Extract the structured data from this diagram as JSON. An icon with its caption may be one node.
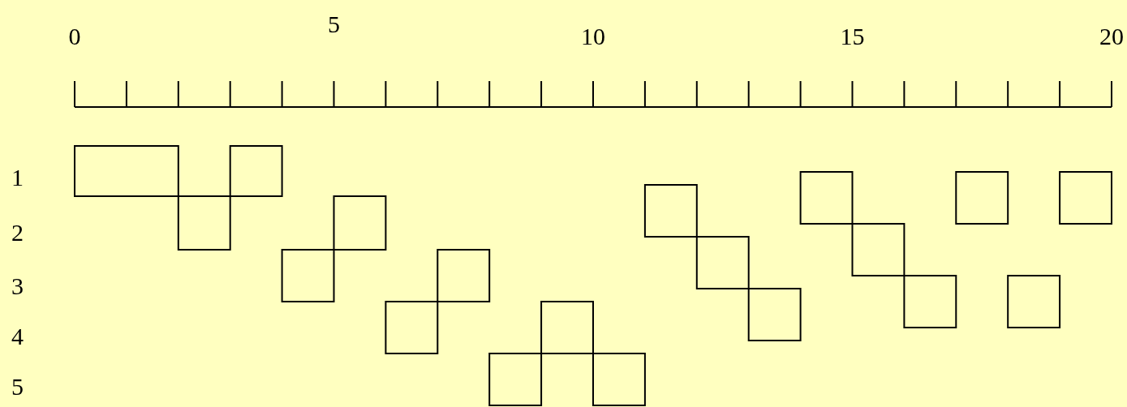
{
  "diagram": {
    "labels": [
      "0",
      "5",
      "10",
      "15",
      "20",
      "1",
      "2",
      "3",
      "4",
      "5"
    ]
  }
}
